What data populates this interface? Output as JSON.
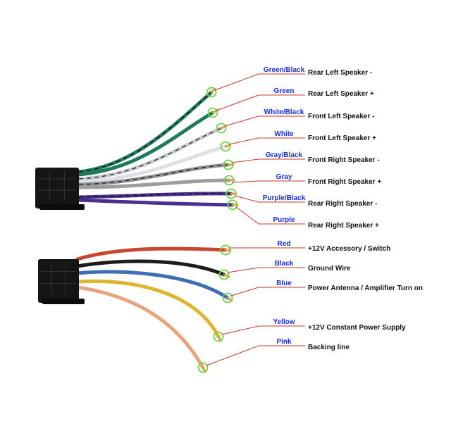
{
  "diagram": {
    "top_group": [
      {
        "color_name": "Green/Black",
        "function": "Rear Left Speaker -",
        "insulation": "#1f7a5c",
        "stripe": "#111111"
      },
      {
        "color_name": "Green",
        "function": "Rear Left Speaker +",
        "insulation": "#1f7a5c",
        "stripe": ""
      },
      {
        "color_name": "White/Black",
        "function": "Front Left Speaker -",
        "insulation": "#c8ccd2",
        "stripe": "#222222"
      },
      {
        "color_name": "White",
        "function": "Front Left Speaker +",
        "insulation": "#dde0e4",
        "stripe": ""
      },
      {
        "color_name": "Gray/Black",
        "function": "Front Right Speaker -",
        "insulation": "#8e9094",
        "stripe": "#222222"
      },
      {
        "color_name": "Gray",
        "function": "Front Right Speaker +",
        "insulation": "#9a9c9f",
        "stripe": ""
      },
      {
        "color_name": "Purple/Black",
        "function": "Rear Right Speaker -",
        "insulation": "#4a2f8e",
        "stripe": "#111111"
      },
      {
        "color_name": "Purple",
        "function": "Rear Right Speaker +",
        "insulation": "#4a2f8e",
        "stripe": ""
      }
    ],
    "bottom_group": [
      {
        "color_name": "Red",
        "function": "+12V  Accessory / Switch",
        "insulation": "#c8472f",
        "stripe": ""
      },
      {
        "color_name": "Black",
        "function": "Ground Wire",
        "insulation": "#1c1c1c",
        "stripe": ""
      },
      {
        "color_name": "Blue",
        "function": "Power Antenna / Amplifier Turn on",
        "insulation": "#3f6fb0",
        "stripe": ""
      },
      {
        "color_name": "Yellow",
        "function": "+12V Constant Power Supply",
        "insulation": "#e0b52e",
        "stripe": ""
      },
      {
        "color_name": "Pink",
        "function": "Backing line",
        "insulation": "#e8a47e",
        "stripe": ""
      }
    ],
    "colors": {
      "leader_line": "#c0392b",
      "marker_circle": "#6fd04a",
      "wire_name_text": "#1a2fd8",
      "function_text": "#111111",
      "connector_body": "#151515",
      "copper": "#d9a441"
    }
  }
}
